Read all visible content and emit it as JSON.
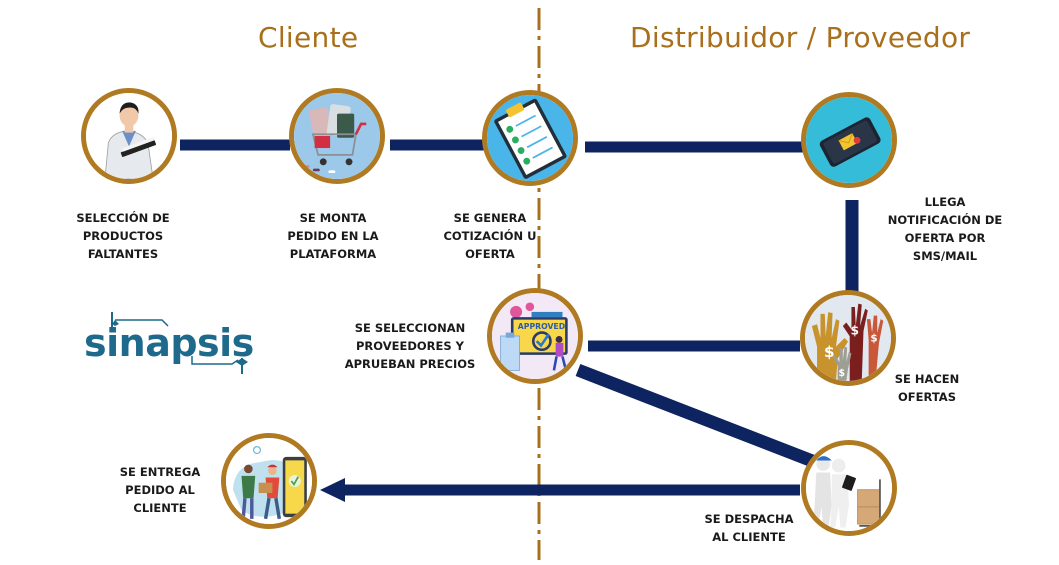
{
  "headings": {
    "client": "Cliente",
    "provider": "Distribuidor / Proveedor"
  },
  "logo": {
    "text": "sinapsis",
    "color": "#1e6a8d"
  },
  "colors": {
    "heading": "#a8701c",
    "ring": "#b07a22",
    "connector": "#0d2461",
    "divider": "#a8701c"
  },
  "steps": [
    {
      "id": "seleccion",
      "icon": "doctor-clipboard-icon",
      "lines": [
        "SELECCIÓN DE",
        "PRODUCTOS",
        "FALTANTES"
      ]
    },
    {
      "id": "pedido",
      "icon": "shopping-cart-pills-icon",
      "lines": [
        "SE MONTA",
        "PEDIDO EN LA",
        "PLATAFORMA"
      ]
    },
    {
      "id": "cotizacion",
      "icon": "checklist-clipboard-icon",
      "lines": [
        "SE GENERA",
        "COTIZACIÓN U",
        "OFERTA"
      ]
    },
    {
      "id": "notificacion",
      "icon": "phone-email-notification-icon",
      "lines": [
        "LLEGA",
        "NOTIFICACIÓN DE",
        "OFERTA POR",
        "SMS/MAIL"
      ]
    },
    {
      "id": "ofertas",
      "icon": "hands-dollar-icon",
      "lines": [
        "SE HACEN",
        "OFERTAS"
      ]
    },
    {
      "id": "aprobacion",
      "icon": "approved-monitor-icon",
      "lines": [
        "SE SELECCIONAN",
        "PROVEEDORES Y",
        "APRUEBAN PRECIOS"
      ]
    },
    {
      "id": "despacho",
      "icon": "delivery-boxes-icon",
      "lines": [
        "SE DESPACHA",
        "AL CLIENTE"
      ]
    },
    {
      "id": "entrega",
      "icon": "courier-handover-icon",
      "lines": [
        "SE ENTREGA",
        "PEDIDO AL",
        "CLIENTE"
      ]
    }
  ]
}
